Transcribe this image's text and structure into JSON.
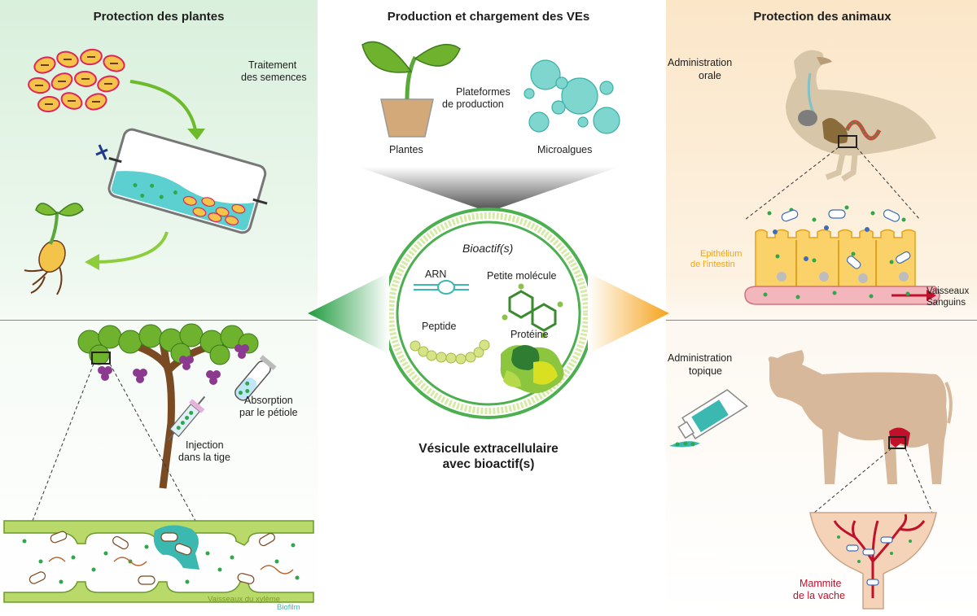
{
  "plants": {
    "title": "Protection des plantes",
    "seed_label_1": "Traitement",
    "seed_label_2": "des semences",
    "petiole_1": "Absorption",
    "petiole_2": "par le pétiole",
    "injection_1": "Injection",
    "injection_2": "dans la tige",
    "xylem": "Vaisseaux du xylème",
    "biofilm": "Biofilm"
  },
  "production": {
    "title": "Production et chargement des VEs",
    "platform_1": "Plateformes",
    "platform_2": "de production",
    "plants": "Plantes",
    "microalgae": "Microalgues"
  },
  "vesicle": {
    "bioactive": "Bioactif(s)",
    "arn": "ARN",
    "small_molecule": "Petite molécule",
    "peptide": "Peptide",
    "protein": "Protéine",
    "caption_1": "Vésicule extracellulaire",
    "caption_2": "avec bioactif(s)"
  },
  "animals": {
    "title": "Protection des animaux",
    "oral_1": "Administration",
    "oral_2": "orale",
    "epithelium_1": "Epithélium",
    "epithelium_2": "de l'intestin",
    "vessels_1": "Vaisseaux",
    "vessels_2": "Sanguins",
    "topical_1": "Administration",
    "topical_2": "topique",
    "mastitis_1": "Mammite",
    "mastitis_2": "de la vache"
  },
  "colors": {
    "plant_green": "#5aa83a",
    "animal_orange": "#f4a623",
    "ev_green": "#2ea84a",
    "mastitis_red": "#c0102a",
    "epithelium_orange": "#f2a51a",
    "biofilm_teal": "#3bb8b0"
  }
}
